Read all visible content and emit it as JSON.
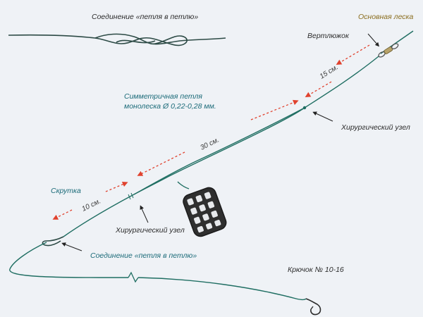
{
  "labels": {
    "top_loop_title": "Соединение «петля в петлю»",
    "main_line": "Основная леска",
    "swivel": "Вертлюжок",
    "dim_15": "15 см.",
    "sym_loop_line1": "Симметричная петля",
    "sym_loop_line2": "монолеска Ø 0,22-0,28 мм.",
    "surgical_knot_right": "Хирургический узел",
    "dim_30": "30 см.",
    "twist": "Скрутка",
    "dim_10": "10 см.",
    "surgical_knot_left": "Хирургический узел",
    "loop_to_loop_bottom": "Соединение «петля в петлю»",
    "hook": "Крючок № 10-16"
  },
  "colors": {
    "background": "#eff2f6",
    "line": "#1f6e62",
    "arrow": "#e0422e",
    "label_green": "#1a6a78",
    "label_gold": "#8a6d1e",
    "feeder": "#3b3b3b"
  },
  "icons": [
    "swivel-icon",
    "feeder-icon",
    "hook-icon"
  ]
}
